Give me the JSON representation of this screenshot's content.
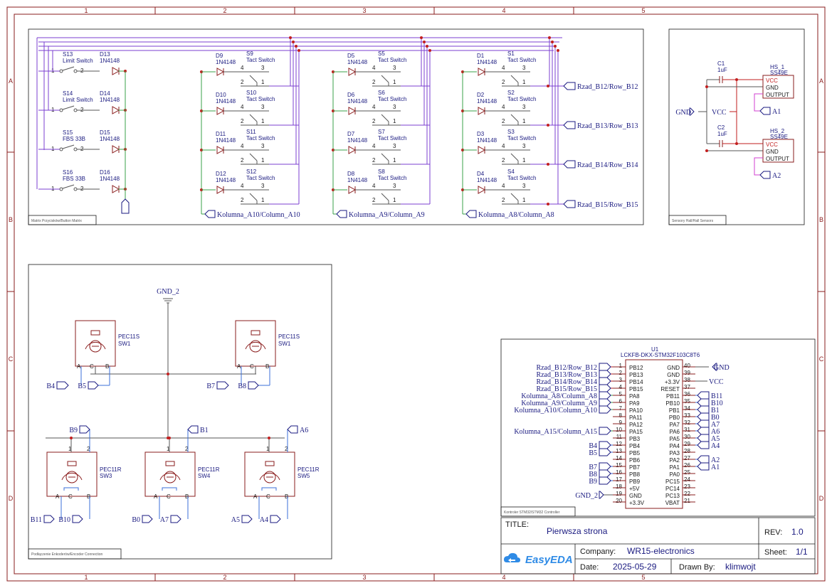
{
  "ruler": {
    "cols": [
      "1",
      "2",
      "3",
      "4",
      "5"
    ],
    "rows": [
      "A",
      "B",
      "C",
      "D"
    ]
  },
  "sheets": {
    "matrix_title": "Matrix Przycisków/Button Matrix",
    "hall_title": "Sensory Hall/Hall Sensors",
    "encoder_title": "Podłączenie Enkoderów/Encoder Connection",
    "mcu_title": "Kontroler STM32/STM32 Controller"
  },
  "matrix": {
    "tact_col1": [
      {
        "d": "D9",
        "s": "S9"
      },
      {
        "d": "D10",
        "s": "S10"
      },
      {
        "d": "D11",
        "s": "S11"
      },
      {
        "d": "D12",
        "s": "S12"
      }
    ],
    "tact_col2": [
      {
        "d": "D5",
        "s": "S5"
      },
      {
        "d": "D6",
        "s": "S6"
      },
      {
        "d": "D7",
        "s": "S7"
      },
      {
        "d": "D8",
        "s": "S8"
      }
    ],
    "tact_col3": [
      {
        "d": "D1",
        "s": "S1"
      },
      {
        "d": "D2",
        "s": "S2"
      },
      {
        "d": "D3",
        "s": "S3"
      },
      {
        "d": "D4",
        "s": "S4"
      }
    ],
    "left_col": [
      {
        "d": "D13",
        "s": "S13",
        "type": "Limit Switch"
      },
      {
        "d": "D14",
        "s": "S14",
        "type": "Limit Switch"
      },
      {
        "d": "D15",
        "s": "S15",
        "type": "FBS 33B"
      },
      {
        "d": "D16",
        "s": "S16",
        "type": "FBS 33B"
      }
    ],
    "diode_part": "1N4148",
    "switch_type": "Tact Switch",
    "rows": [
      "Rzad_B12/Row_B12",
      "Rzad_B13/Row_B13",
      "Rzad_B14/Row_B14",
      "Rzad_B15/Row_B15"
    ],
    "cols": [
      "Kolumna_A10/Column_A10",
      "Kolumna_A9/Column_A9",
      "Kolumna_A8/Column_A8"
    ],
    "col_a15": "Kolumna_A15/Column_A15"
  },
  "hall": {
    "c1": "C1",
    "c2": "C2",
    "cap_value": "1uF",
    "hs1": "HS_1",
    "hs2": "HS_2",
    "hs_part": "SS49E",
    "pins": [
      "VCC",
      "GND",
      "OUTPUT"
    ],
    "gnd": "GND",
    "vcc": "VCC",
    "out1": "A1",
    "out2": "A2"
  },
  "encoders": {
    "gnd_net": "GND_2",
    "top": [
      {
        "part": "PEC11S",
        "ref": "SW1",
        "a": "B4",
        "b": "B5"
      },
      {
        "part": "PEC11S",
        "ref": "SW1",
        "a": "B7",
        "b": "B8"
      }
    ],
    "bottom": [
      {
        "part": "PEC11R",
        "ref": "SW3",
        "top": "B9",
        "a": "B11",
        "b": "B10"
      },
      {
        "part": "PEC11R",
        "ref": "SW4",
        "top": "B1",
        "a": "B0",
        "b": "A7"
      },
      {
        "part": "PEC11R",
        "ref": "SW5",
        "top": "A6",
        "a": "A5",
        "b": "A4"
      }
    ]
  },
  "mcu": {
    "ref": "U1",
    "part": "LCKFB-DKX-STM32F103C8T6",
    "left_pins": [
      "PB12",
      "PB13",
      "PB14",
      "PB15",
      "PA8",
      "PA9",
      "PA10",
      "PA11",
      "PA12",
      "PA15",
      "PB3",
      "PB4",
      "PB5",
      "PB6",
      "PB7",
      "PB8",
      "PB9",
      "+5V",
      "GND",
      "+3.3V"
    ],
    "right_pins": [
      "GND",
      "GND",
      "+3.3V",
      "RESET",
      "PB11",
      "PB10",
      "PB1",
      "PB0",
      "PA7",
      "PA6",
      "PA5",
      "PA4",
      "PA3",
      "PA2",
      "PA1",
      "PA0",
      "PC15",
      "PC14",
      "PC13",
      "VBAT"
    ],
    "left_nets": [
      "Rzad_B12/Row_B12",
      "Rzad_B13/Row_B13",
      "Rzad_B14/Row_B14",
      "Rzad_B15/Row_B15",
      "Kolumna_A8/Column_A8",
      "Kolumna_A9/Column_A9",
      "Kolumna_A10/Column_A10",
      "",
      "",
      "Kolumna_A15/Column_A15",
      "",
      "B4",
      "B5",
      "",
      "B7",
      "B8",
      "B9",
      "",
      "GND_2",
      ""
    ],
    "right_nets": [
      "GND",
      "",
      "VCC",
      "",
      "B11",
      "B10",
      "B1",
      "B0",
      "A7",
      "A6",
      "A5",
      "A4",
      "",
      "A2",
      "A1",
      "",
      "",
      "",
      "",
      ""
    ]
  },
  "title_block": {
    "title_label": "TITLE:",
    "title": "Pierwsza strona",
    "rev_label": "REV:",
    "rev": "1.0",
    "company_label": "Company:",
    "company": "WR15-electronics",
    "sheet_label": "Sheet:",
    "sheet": "1/1",
    "date_label": "Date:",
    "date": "2025-05-29",
    "drawn_label": "Drawn By:",
    "drawn_by": "klimwojt",
    "logo": "EasyEDA"
  }
}
